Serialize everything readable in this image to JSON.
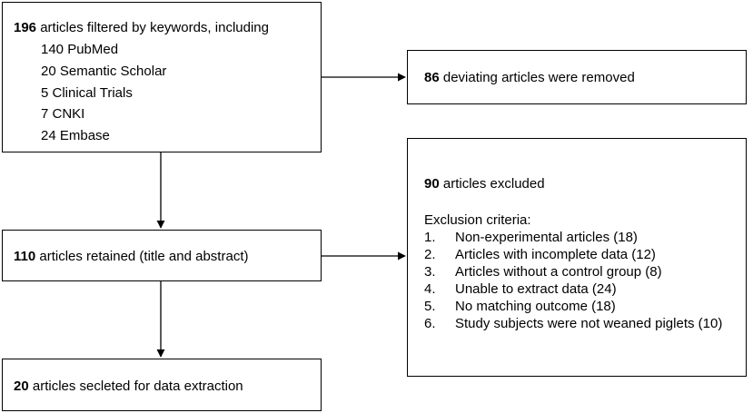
{
  "top_box": {
    "count": "196",
    "text": " articles filtered by keywords, including",
    "sources": [
      "140 PubMed",
      "20 Semantic Scholar",
      "5 Clinical Trials",
      "7 CNKI",
      "24 Embase"
    ]
  },
  "removed_box": {
    "count": "86",
    "text": " deviating articles were removed"
  },
  "retained_box": {
    "count": "110",
    "text": " articles retained (title and abstract)"
  },
  "selected_box": {
    "count": "20",
    "text": " articles secleted for data extraction"
  },
  "excluded_box": {
    "count": "90",
    "text": " articles excluded",
    "criteria_title": "Exclusion criteria:",
    "criteria": [
      {
        "num": "1.",
        "text": "Non-experimental articles (18)"
      },
      {
        "num": "2.",
        "text": "Articles with incomplete data (12)"
      },
      {
        "num": "3.",
        "text": "Articles without a control group (8)"
      },
      {
        "num": "4.",
        "text": "Unable to extract data (24)"
      },
      {
        "num": "5.",
        "text": "No matching outcome (18)"
      },
      {
        "num": "6.",
        "text": "Study subjects were not weaned piglets (10)"
      }
    ]
  }
}
